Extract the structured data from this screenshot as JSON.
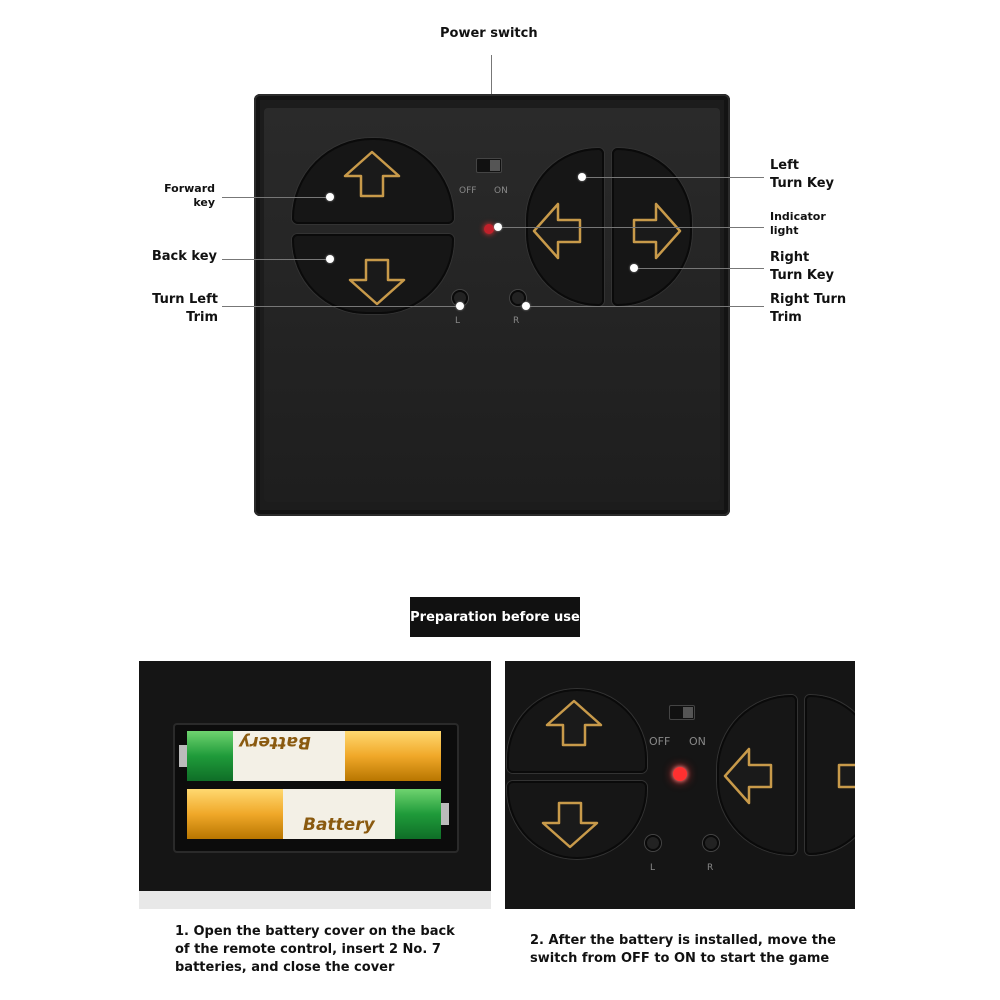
{
  "labels": {
    "power_switch": "Power switch",
    "forward_key": [
      "Forward",
      "key"
    ],
    "back_key": "Back key",
    "turn_left_trim": [
      "Turn Left",
      "Trim"
    ],
    "left_turn_key": [
      "Left",
      "Turn Key"
    ],
    "indicator_light": [
      "Indicator",
      "light"
    ],
    "right_turn_key": [
      "Right",
      "Turn Key"
    ],
    "right_turn_trim": [
      "Right Turn",
      "Trim"
    ]
  },
  "remote": {
    "switch_off": "OFF",
    "switch_on": "ON",
    "trim_left": "L",
    "trim_right": "R"
  },
  "section_title": "Preparation before use",
  "battery": {
    "brand": "Battery"
  },
  "captions": {
    "step1": [
      "1. Open the battery cover on the back",
      "of the remote control, insert 2 No. 7",
      "batteries, and close the cover"
    ],
    "step2": [
      "2. After the battery is installed, move the",
      "switch from OFF to ON to start the game"
    ]
  },
  "colors": {
    "arrow_outline": "#c89a4a",
    "indicator_led": "#e02020",
    "title_bg": "#111111"
  }
}
